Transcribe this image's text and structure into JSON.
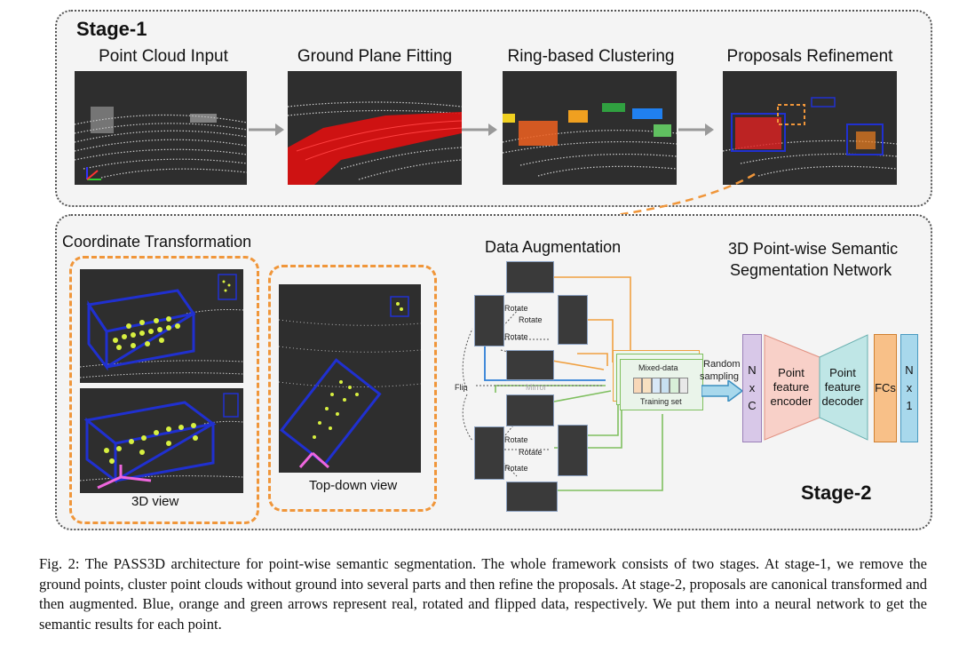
{
  "stage1": {
    "title": "Stage-1",
    "panels": [
      {
        "label": "Point Cloud Input"
      },
      {
        "label": "Ground Plane Fitting"
      },
      {
        "label": "Ring-based Clustering"
      },
      {
        "label": "Proposals Refinement"
      }
    ]
  },
  "stage2": {
    "title": "Stage-2",
    "coord_title": "Coordinate Transformation",
    "view3d_label": "3D view",
    "topdown_label": "Top-down view",
    "aug_title": "Data Augmentation",
    "net_title_line1": "3D Point-wise Semantic",
    "net_title_line2": "Segmentation Network",
    "aug_labels": {
      "rotate": "Rotate",
      "flip": "Flip",
      "mirror": "Mirror",
      "mixed": "Mixed-data",
      "training": "Training set",
      "random_line1": "Random",
      "random_line2": "sampling"
    },
    "network_blocks": {
      "nxc": "N x C",
      "encoder": "Point feature encoder",
      "decoder": "Point feature decoder",
      "fcs": "FCs",
      "nx1": "N x 1"
    }
  },
  "caption": "Fig. 2: The PASS3D architecture for point-wise semantic segmentation. The whole framework consists of two stages. At stage-1, we remove the ground points, cluster point clouds without ground into several parts and then refine the proposals. At stage-2, proposals are canonical transformed and then augmented. Blue, orange and green arrows represent real, rotated and flipped data, respectively. We put them into a neural network to get the semantic results for each point.",
  "colors": {
    "real_arrow": "#2f7fd6",
    "rotated_arrow": "#f0a040",
    "flipped_arrow": "#7fbf5f",
    "dashed_orange": "#f0963a",
    "box_blue": "#2030d0",
    "ground_red": "#e01010",
    "points_yellow": "#d8f040",
    "nxc_fill": "#d8c8e8",
    "encoder_fill": "#f8d0c8",
    "decoder_fill": "#bfe6e6",
    "fcs_fill": "#f8c088",
    "nx1_fill": "#a8d8ec"
  }
}
